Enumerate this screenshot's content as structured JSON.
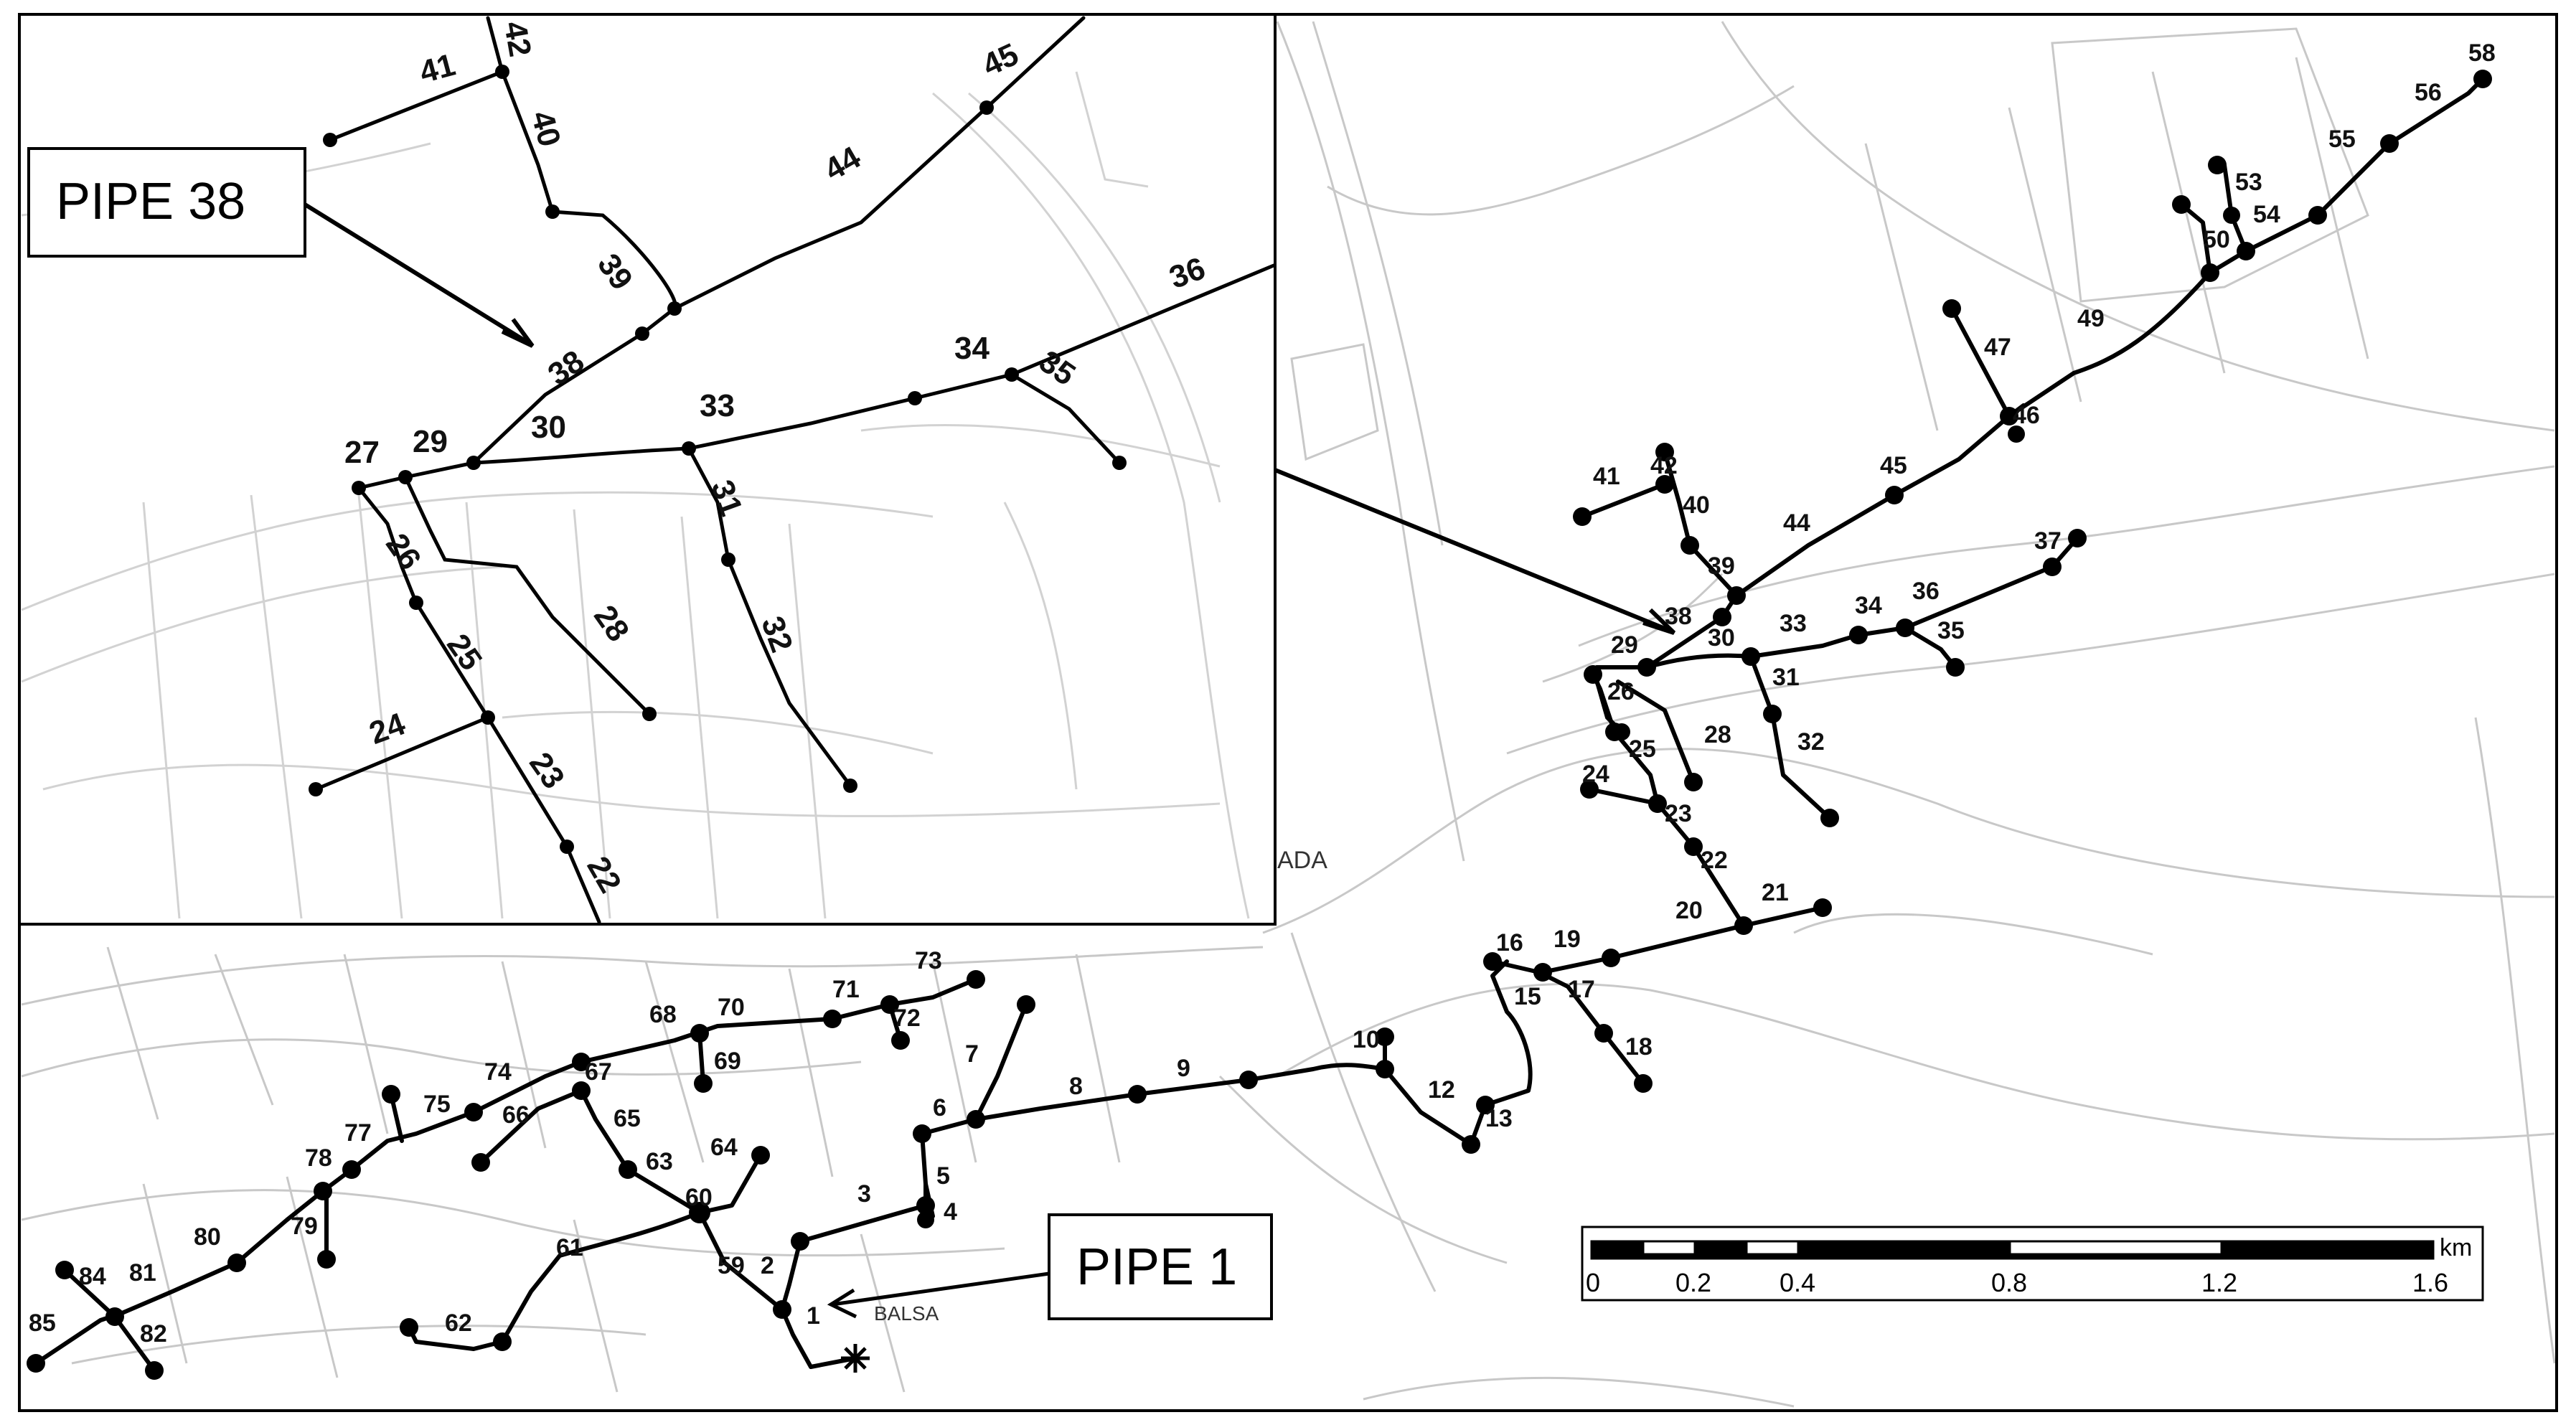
{
  "map": {
    "callouts": {
      "pipe38": "PIPE 38",
      "pipe1": "PIPE 1"
    },
    "place_labels": {
      "ada": "ADA",
      "balsa": "BALSA"
    },
    "scale_bar": {
      "unit": "km",
      "ticks": [
        "0",
        "0.2",
        "0.4",
        "0.8",
        "1.2",
        "1.6"
      ]
    },
    "colors": {
      "pipe": "#000000",
      "basemap": "#c8c8c8",
      "frame": "#000000"
    },
    "main_pipe_labels": [
      "1",
      "2",
      "3",
      "4",
      "5",
      "6",
      "7",
      "8",
      "9",
      "10",
      "12",
      "13",
      "15",
      "16",
      "17",
      "18",
      "19",
      "20",
      "21",
      "22",
      "23",
      "24",
      "25",
      "26",
      "28",
      "29",
      "30",
      "31",
      "32",
      "33",
      "34",
      "35",
      "36",
      "37",
      "38",
      "39",
      "40",
      "41",
      "42",
      "44",
      "45",
      "46",
      "47",
      "49",
      "50",
      "53",
      "54",
      "55",
      "56",
      "58",
      "59",
      "60",
      "61",
      "62",
      "63",
      "64",
      "65",
      "66",
      "67",
      "68",
      "69",
      "70",
      "71",
      "72",
      "73",
      "74",
      "75",
      "77",
      "78",
      "79",
      "80",
      "81",
      "82",
      "84",
      "85"
    ],
    "inset_pipe_labels": [
      "22",
      "23",
      "24",
      "25",
      "26",
      "27",
      "28",
      "29",
      "30",
      "31",
      "32",
      "33",
      "34",
      "35",
      "36",
      "38",
      "39",
      "40",
      "41",
      "42",
      "44",
      "45"
    ]
  }
}
